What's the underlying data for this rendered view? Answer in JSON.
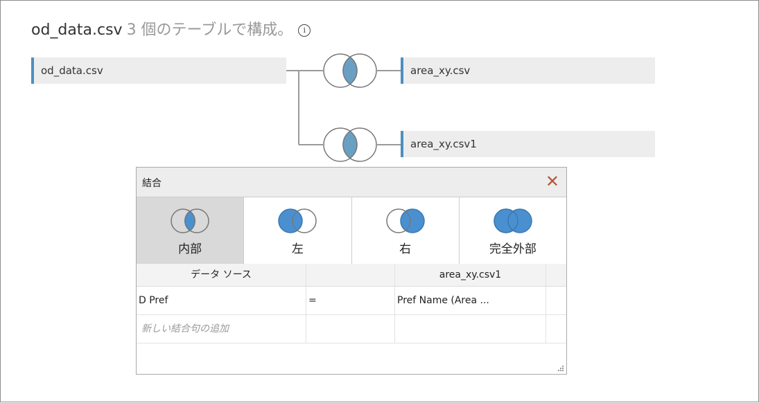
{
  "header": {
    "filename": "od_data.csv",
    "subtitle": "3 個のテーブルで構成。",
    "info_icon": "info-icon"
  },
  "tables": {
    "left": "od_data.csv",
    "right1": "area_xy.csv",
    "right2": "area_xy.csv1"
  },
  "join_dialog": {
    "title": "結合",
    "close_icon": "close-icon",
    "join_types": [
      {
        "label": "内部",
        "selected": true
      },
      {
        "label": "左",
        "selected": false
      },
      {
        "label": "右",
        "selected": false
      },
      {
        "label": "完全外部",
        "selected": false
      }
    ],
    "grid": {
      "headers": [
        "データ ソース",
        "",
        "area_xy.csv1"
      ],
      "clause": {
        "left": "D Pref",
        "operator": "=",
        "right": "Pref Name (Area ..."
      },
      "add_clause": "新しい結合句の追加"
    }
  },
  "colors": {
    "accent": "#4d8fbf",
    "venn_fill": "#4a90d0",
    "close": "#b4573a"
  }
}
